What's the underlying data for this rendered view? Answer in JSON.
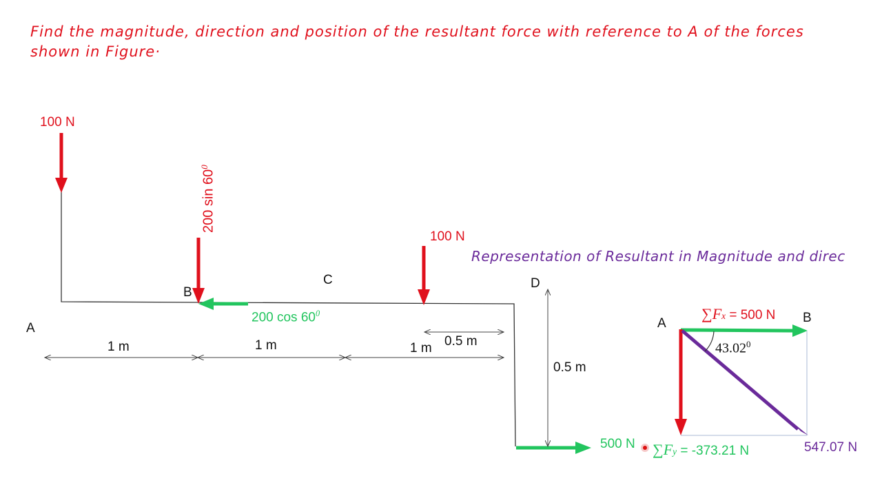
{
  "question": {
    "line1": "Find the magnitude, direction and position of the resultant force with reference to A of the forces",
    "line2": "shown in Figure·"
  },
  "points": {
    "A": "A",
    "B": "B",
    "C": "C",
    "D": "D"
  },
  "forces": {
    "f100_left": "100 N",
    "f_vertical_200": "200 sin 60",
    "f_horizontal_200": "200 cos 60",
    "degree_sup": "0",
    "f100_mid": "100 N",
    "f500": "500 N"
  },
  "dimensions": {
    "d1": "1 m",
    "d2": "1 m",
    "d3": "1 m",
    "d_half_h": "0.5 m",
    "d_half_v": "0.5 m"
  },
  "resultant": {
    "heading": "Representation of Resultant in Magnitude and direc",
    "label_A": "A",
    "label_B": "B",
    "sigma": "∑",
    "fx_letter": "F",
    "fx_sub": "x",
    "fx_value": "= 500 N",
    "fy_letter": "F",
    "fy_sub": "y",
    "fy_value": "= -373.21 N",
    "angle_value": "43.02",
    "angle_sup": "0",
    "magnitude": "547.07 N"
  },
  "colors": {
    "red": "#e0101c",
    "green": "#22c55e",
    "purple": "#6a2a9a",
    "structure": "#333333",
    "dim": "#444444"
  }
}
